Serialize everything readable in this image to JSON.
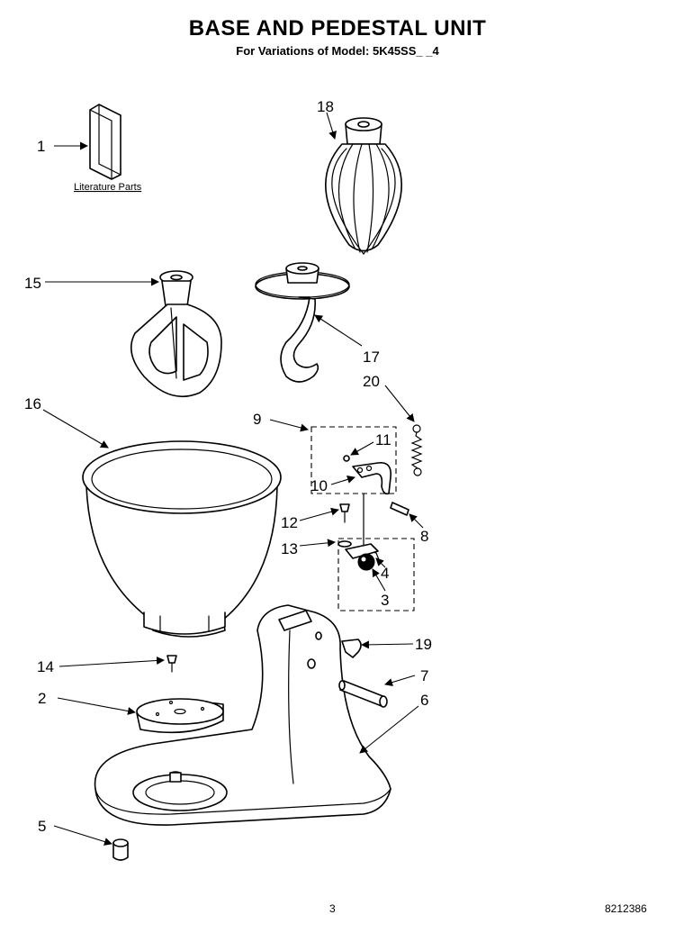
{
  "header": {
    "title": "BASE AND PEDESTAL UNIT",
    "subtitle": "For Variations of Model: 5K45SS_ _4"
  },
  "literature_label": "Literature Parts",
  "callouts": [
    "1",
    "2",
    "3",
    "4",
    "5",
    "6",
    "7",
    "8",
    "9",
    "10",
    "11",
    "12",
    "13",
    "14",
    "15",
    "16",
    "17",
    "18",
    "19",
    "20"
  ],
  "footer": {
    "page_number": "3",
    "doc_code": "8212386"
  }
}
